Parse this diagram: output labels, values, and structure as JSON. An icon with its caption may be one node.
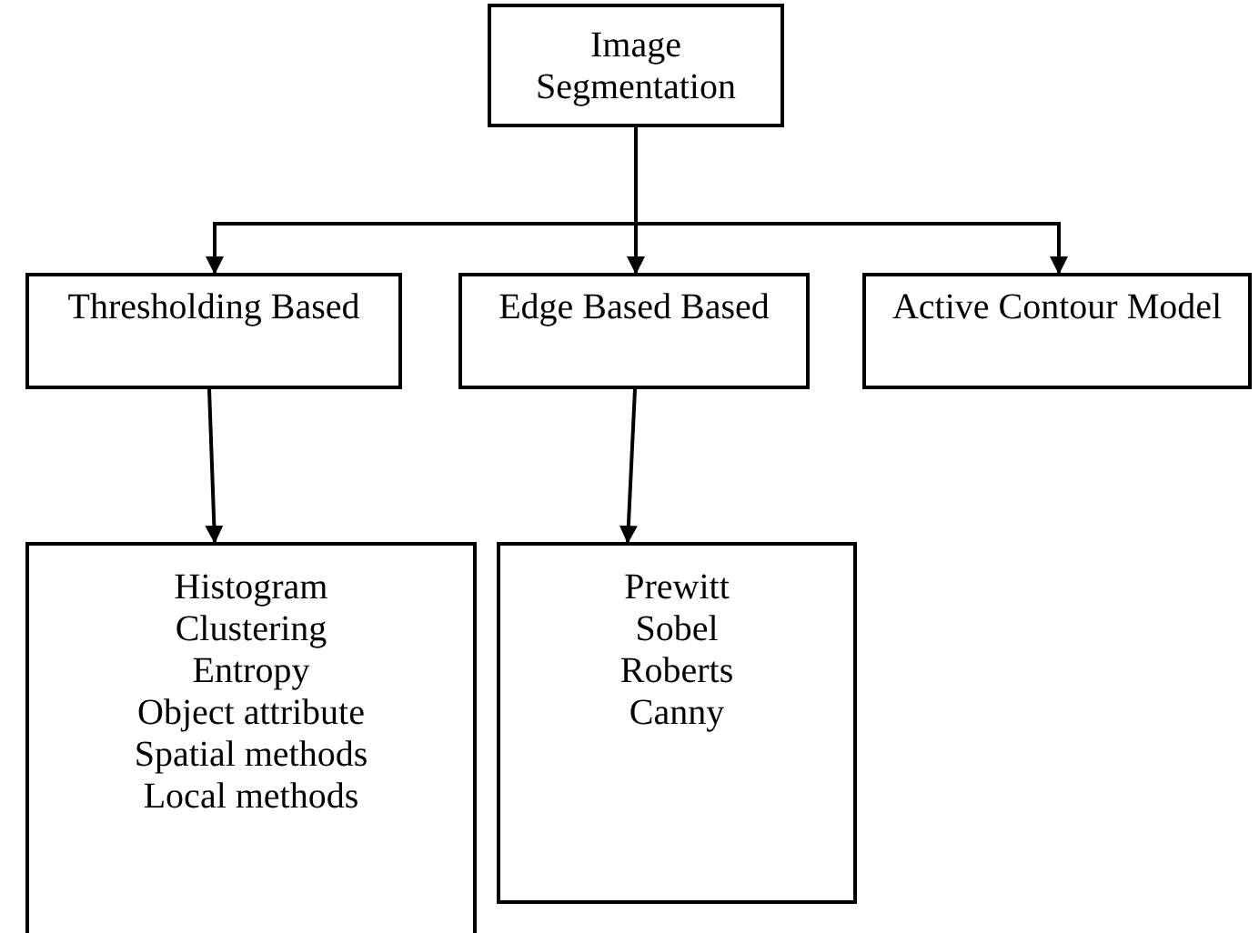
{
  "diagram": {
    "nodes": [
      {
        "text": [
          "Image Segmentation"
        ]
      },
      {
        "text": [
          "Thresholding Based"
        ]
      },
      {
        "text": [
          "Edge Based Based"
        ]
      },
      {
        "text": [
          "Active Contour Model"
        ]
      },
      {
        "text": [
          "Histogram",
          "Clustering",
          "Entropy",
          "Object attribute",
          "Spatial methods",
          "Local methods"
        ]
      },
      {
        "text": [
          "Prewitt",
          "Sobel",
          "Roberts",
          "Canny"
        ]
      }
    ],
    "edges": [
      {
        "from": 0,
        "to": 1,
        "arrow": "to"
      },
      {
        "from": 0,
        "to": 2,
        "arrow": "to"
      },
      {
        "from": 0,
        "to": 3,
        "arrow": "to"
      },
      {
        "from": 1,
        "to": 4,
        "arrow": "to"
      },
      {
        "from": 2,
        "to": 5,
        "arrow": "to"
      }
    ]
  }
}
